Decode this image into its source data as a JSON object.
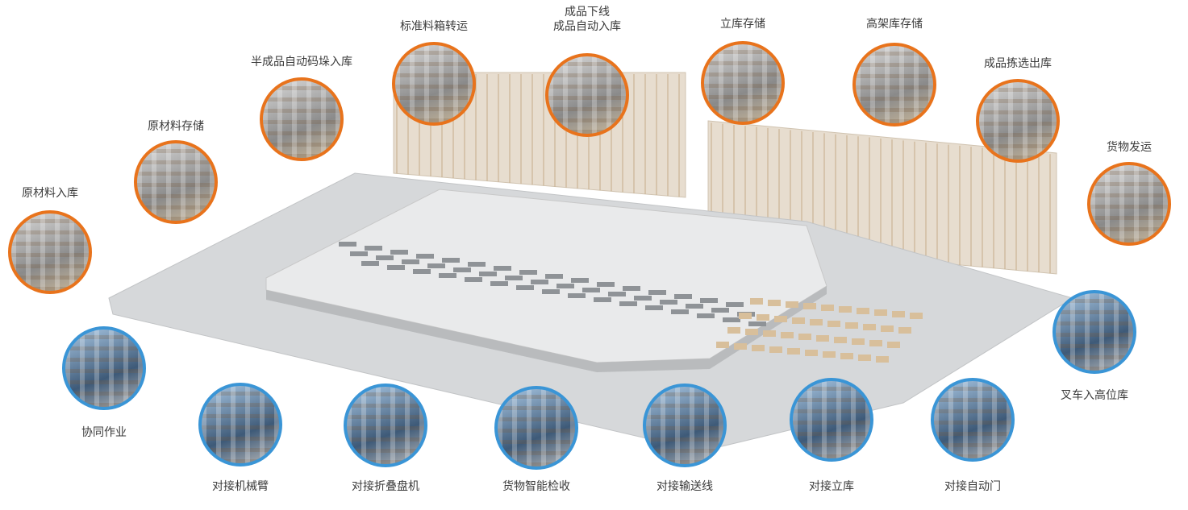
{
  "colors": {
    "process_ring": "#e8731c",
    "docking_ring": "#3a95d6",
    "floor": "#d6d8da",
    "rack": "#cdb89a"
  },
  "process_steps": [
    {
      "id": "raw-inbound",
      "label": "原材料入库"
    },
    {
      "id": "raw-storage",
      "label": "原材料存储"
    },
    {
      "id": "semi-palletizing",
      "label": "半成品自动码垛入库"
    },
    {
      "id": "tote-transfer",
      "label": "标准料箱转运"
    },
    {
      "id": "finished-offline",
      "label": "成品下线",
      "label2": "成品自动入库"
    },
    {
      "id": "asrs-storage",
      "label": "立库存储"
    },
    {
      "id": "highbay-storage",
      "label": "高架库存储"
    },
    {
      "id": "picking-outbound",
      "label": "成品拣选出库"
    },
    {
      "id": "shipping",
      "label": "货物发运"
    }
  ],
  "docking_features": [
    {
      "id": "forklift-highbay",
      "label": "叉车入高位库"
    },
    {
      "id": "auto-door",
      "label": "对接自动门"
    },
    {
      "id": "asrs-dock",
      "label": "对接立库"
    },
    {
      "id": "conveyor-dock",
      "label": "对接输送线"
    },
    {
      "id": "smart-inspection",
      "label": "货物智能检收"
    },
    {
      "id": "pallet-folder",
      "label": "对接折叠盘机"
    },
    {
      "id": "robot-arm",
      "label": "对接机械臂"
    },
    {
      "id": "collaboration",
      "label": "协同作业"
    }
  ]
}
